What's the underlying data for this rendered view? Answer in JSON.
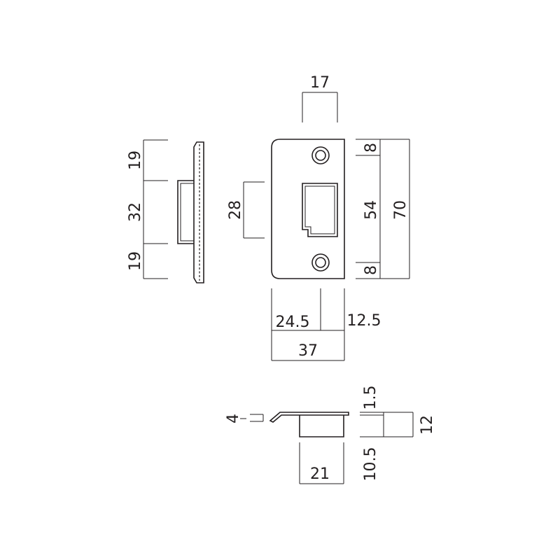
{
  "colors": {
    "ink": "#231f20",
    "background": "#ffffff"
  },
  "side_view": {
    "dims": {
      "top": "19",
      "middle": "32",
      "bottom": "19"
    }
  },
  "front_view": {
    "dims": {
      "top_width": "17",
      "opening_height": "28",
      "hole_spacing_top": "8",
      "inner_height": "54",
      "hole_spacing_bottom": "8",
      "total_height": "70",
      "left_width": "24.5",
      "right_width": "12.5",
      "total_width": "37"
    }
  },
  "bottom_view": {
    "dims": {
      "lip": "4",
      "plate_thickness": "1.5",
      "total_depth": "12",
      "box_depth": "10.5",
      "box_width": "21"
    }
  }
}
